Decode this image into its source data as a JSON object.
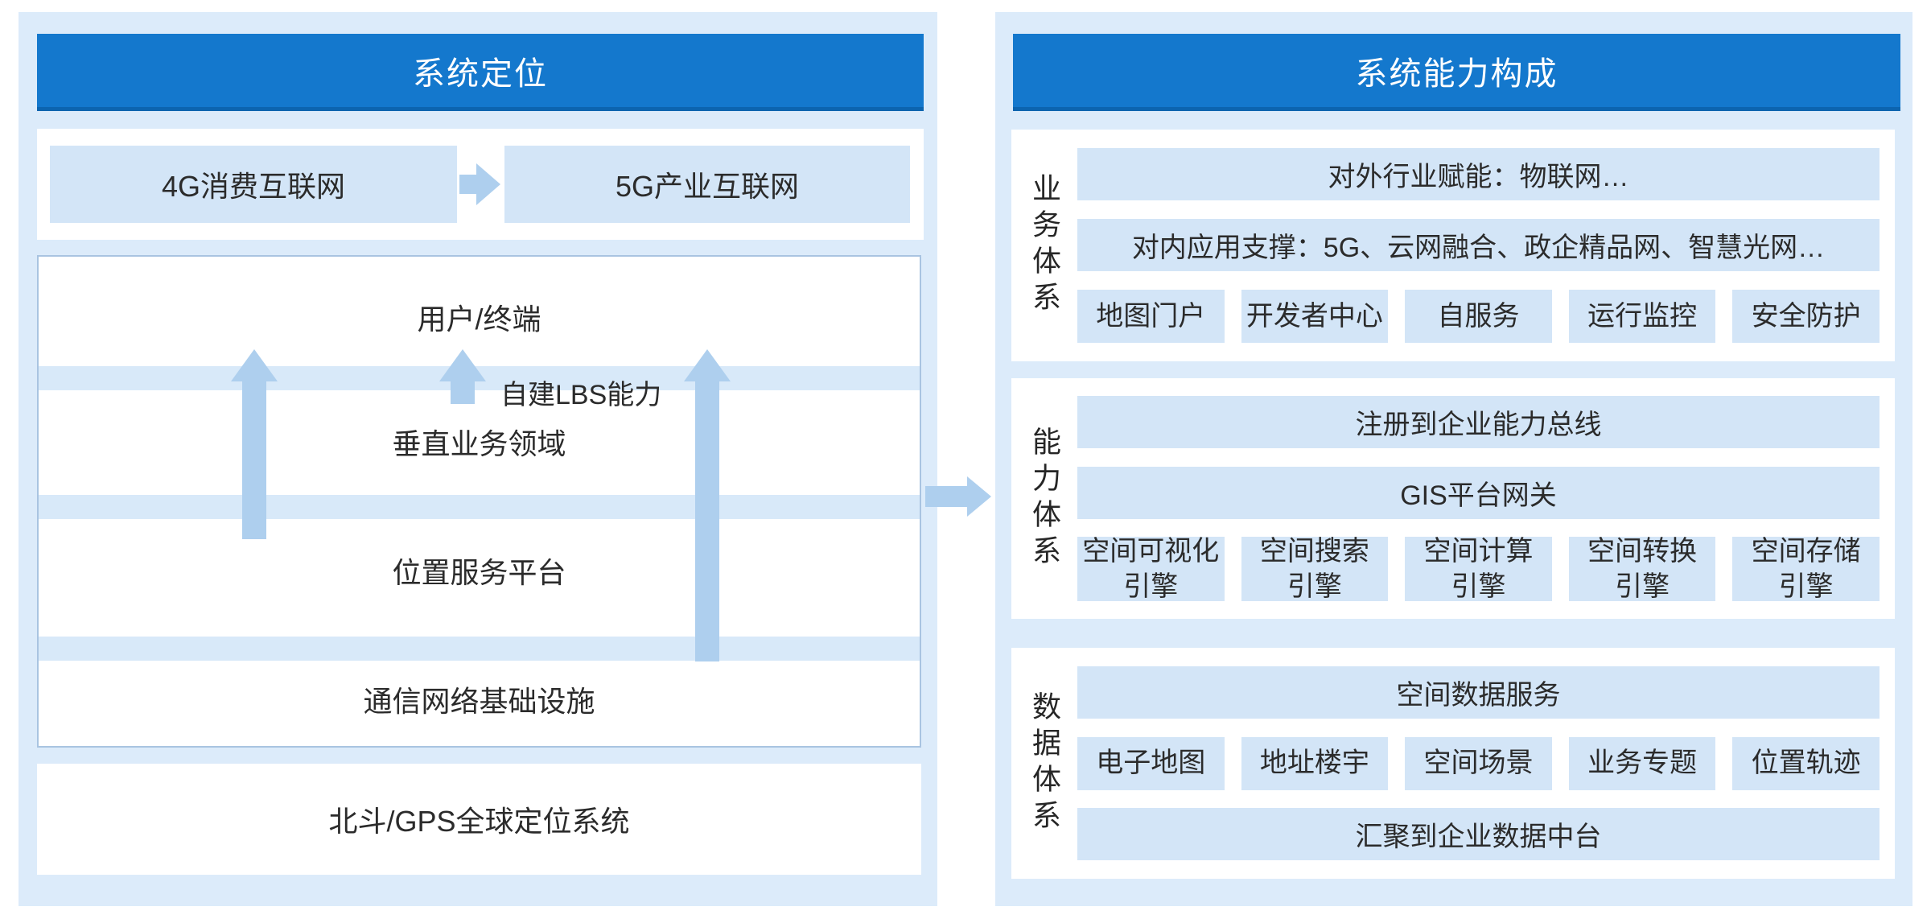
{
  "colors": {
    "header_blue": "#1478cd",
    "header_blue_dark": "#0c64af",
    "panel_background": "#dcebfa",
    "tile_blue": "#d3e5f7",
    "band_blue": "#d8e9f9",
    "arrow_blue": "#aecfee",
    "stack_border": "#a9c4e1",
    "text": "#2b2b2b",
    "header_text": "#ffffff"
  },
  "left_panel": {
    "header": "系统定位",
    "flow": {
      "from": "4G消费互联网",
      "to": "5G产业互联网"
    },
    "stack": {
      "user_terminal": "用户/终端",
      "lbs": "自建LBS能力",
      "vertical_domain": "垂直业务领域",
      "platform": "位置服务平台",
      "network": "通信网络基础设施"
    },
    "foundation": "北斗/GPS全球定位系统"
  },
  "right_panel": {
    "header": "系统能力构成",
    "sections": [
      {
        "label": "业务体系",
        "bars": [
          "对外行业赋能：物联网…",
          "对内应用支撑：5G、云网融合、政企精品网、智慧光网…"
        ],
        "boxes": [
          "地图门户",
          "开发者中心",
          "自服务",
          "运行监控",
          "安全防护"
        ]
      },
      {
        "label": "能力体系",
        "bars": [
          "注册到企业能力总线",
          "GIS平台网关"
        ],
        "boxes": [
          "空间可视化\n引擎",
          "空间搜索\n引擎",
          "空间计算\n引擎",
          "空间转换\n引擎",
          "空间存储\n引擎"
        ]
      },
      {
        "label": "数据体系",
        "bars": [
          "空间数据服务",
          "汇聚到企业数据中台"
        ],
        "boxes": [
          "电子地图",
          "地址楼宇",
          "空间场景",
          "业务专题",
          "位置轨迹"
        ]
      }
    ]
  }
}
